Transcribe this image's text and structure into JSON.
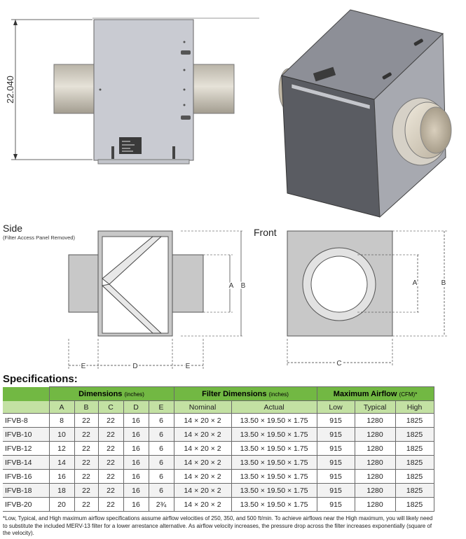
{
  "drawings": {
    "height_dim": "22.040",
    "side_title": "Side",
    "side_subtitle": "(Filter Access Panel Removed)",
    "front_title": "Front",
    "dim_a": "A",
    "dim_b": "B",
    "dim_c": "C",
    "dim_d": "D",
    "dim_e": "E"
  },
  "specs": {
    "title": "Specifications:",
    "groups": [
      "Dimensions",
      "Filter Dimensions",
      "Maximum Airflow"
    ],
    "group_units": [
      "(inches)",
      "(inches)",
      "(CFM)*"
    ],
    "columns": [
      "A",
      "B",
      "C",
      "D",
      "E",
      "Nominal",
      "Actual",
      "Low",
      "Typical",
      "High"
    ],
    "rows": [
      {
        "model": "IFVB-8",
        "a": "8",
        "b": "22",
        "c": "22",
        "d": "16",
        "e": "6",
        "nominal": "14 × 20 × 2",
        "actual": "13.50 × 19.50 × 1.75",
        "low": "915",
        "typical": "1280",
        "high": "1825"
      },
      {
        "model": "IFVB-10",
        "a": "10",
        "b": "22",
        "c": "22",
        "d": "16",
        "e": "6",
        "nominal": "14 × 20 × 2",
        "actual": "13.50 × 19.50 × 1.75",
        "low": "915",
        "typical": "1280",
        "high": "1825"
      },
      {
        "model": "IFVB-12",
        "a": "12",
        "b": "22",
        "c": "22",
        "d": "16",
        "e": "6",
        "nominal": "14 × 20 × 2",
        "actual": "13.50 × 19.50 × 1.75",
        "low": "915",
        "typical": "1280",
        "high": "1825"
      },
      {
        "model": "IFVB-14",
        "a": "14",
        "b": "22",
        "c": "22",
        "d": "16",
        "e": "6",
        "nominal": "14 × 20 × 2",
        "actual": "13.50 × 19.50 × 1.75",
        "low": "915",
        "typical": "1280",
        "high": "1825"
      },
      {
        "model": "IFVB-16",
        "a": "16",
        "b": "22",
        "c": "22",
        "d": "16",
        "e": "6",
        "nominal": "14 × 20 × 2",
        "actual": "13.50 × 19.50 × 1.75",
        "low": "915",
        "typical": "1280",
        "high": "1825"
      },
      {
        "model": "IFVB-18",
        "a": "18",
        "b": "22",
        "c": "22",
        "d": "16",
        "e": "6",
        "nominal": "14 × 20 × 2",
        "actual": "13.50 × 19.50 × 1.75",
        "low": "915",
        "typical": "1280",
        "high": "1825"
      },
      {
        "model": "IFVB-20",
        "a": "20",
        "b": "22",
        "c": "22",
        "d": "16",
        "e": "2¾",
        "nominal": "14 × 20 × 2",
        "actual": "13.50 × 19.50 × 1.75",
        "low": "915",
        "typical": "1280",
        "high": "1825"
      }
    ],
    "footnote": "*Low, Typical, and High maximum airflow specifications assume airflow velocities of 250, 350, and 500 ft/min. To achieve airflows near the High maximum, you will likely need to substitute the included MERV-13 filter for a lower arrestance alternative. As airflow velocity increases, the pressure drop across the filter increases exponentially (square of the velocity)."
  },
  "colors": {
    "header_green": "#72b843",
    "subheader_green": "#c3e1a3",
    "panel_gray": "#c8c8c8"
  }
}
